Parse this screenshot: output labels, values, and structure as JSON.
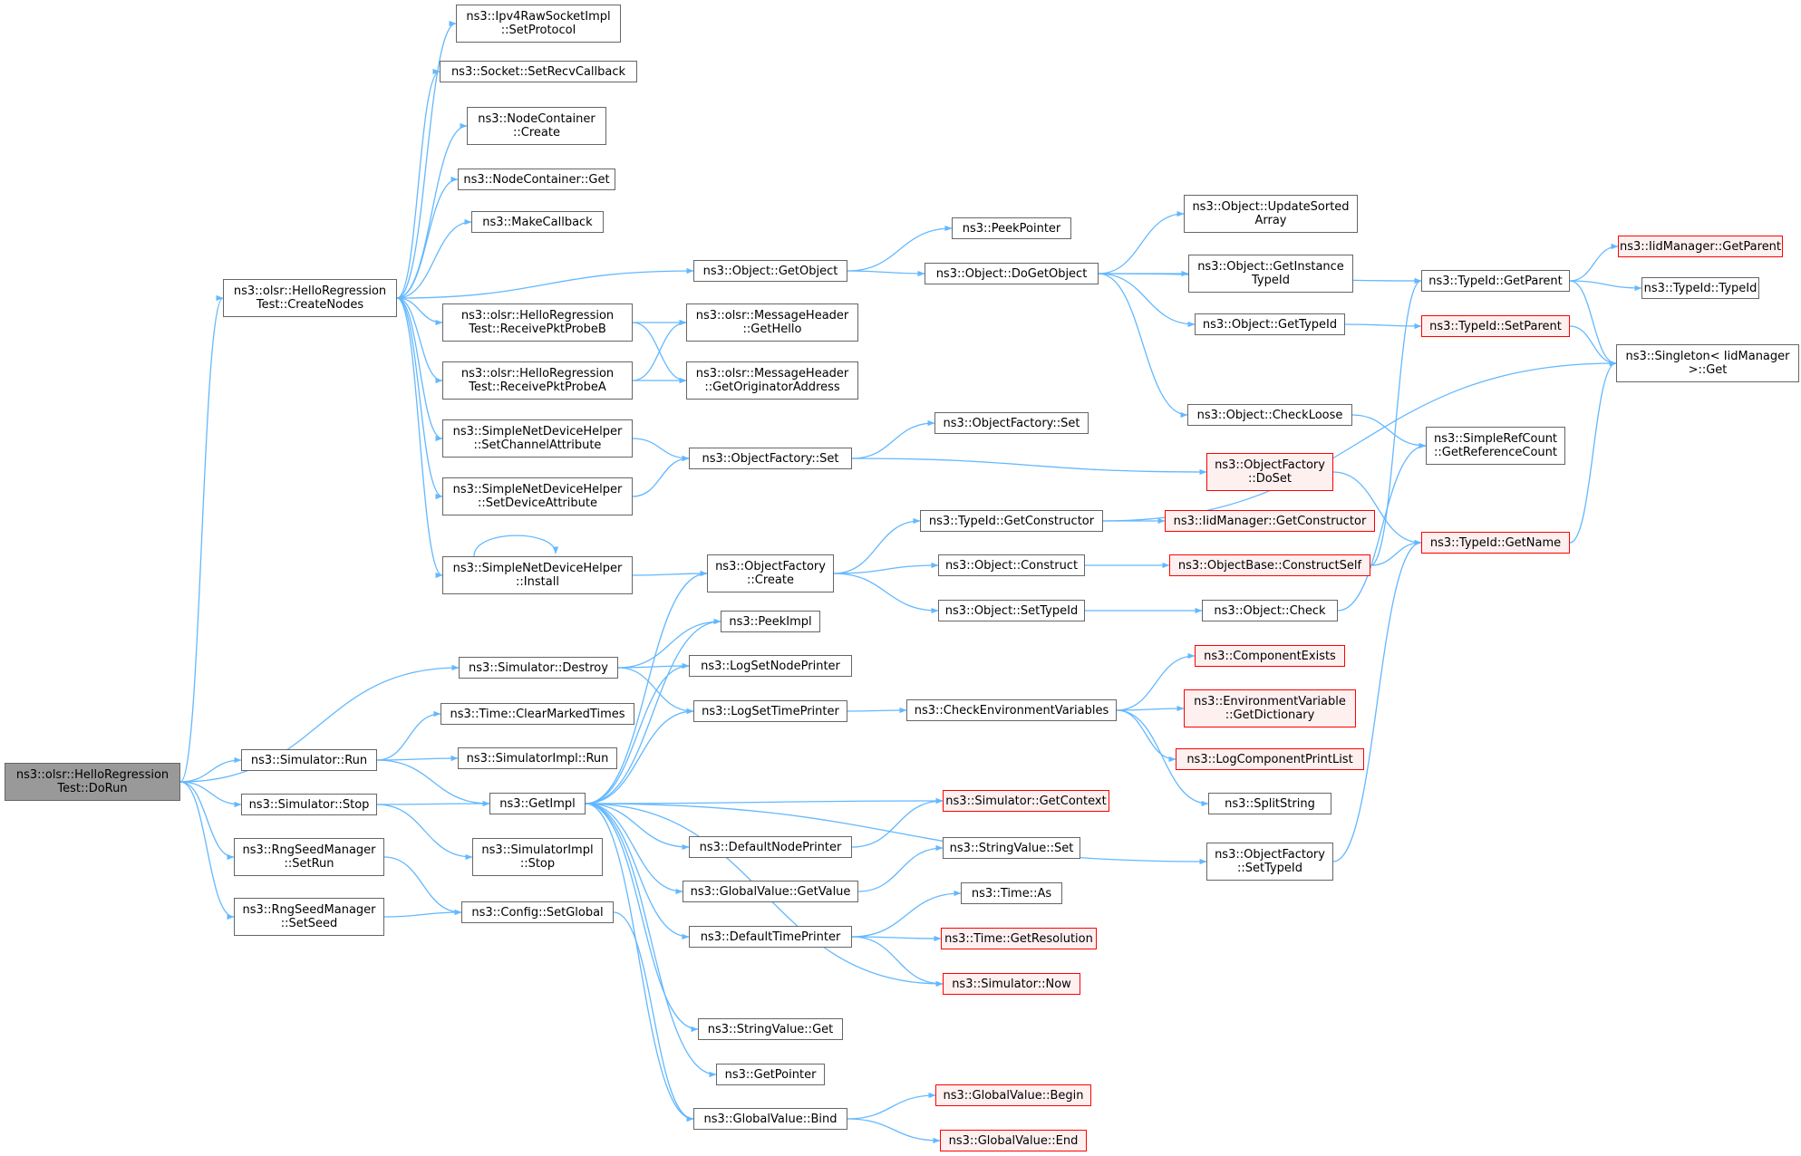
{
  "graph_title": "",
  "nodes": {
    "DoRun": "ns3::olsr::HelloRegression\nTest::DoRun",
    "CreateNodes": "ns3::olsr::HelloRegression\nTest::CreateNodes",
    "SimDestroy": "ns3::Simulator::Destroy",
    "SimRun": "ns3::Simulator::Run",
    "SimStop": "ns3::Simulator::Stop",
    "RngSetRun": "ns3::RngSeedManager\n::SetRun",
    "RngSetSeed": "ns3::RngSeedManager\n::SetSeed",
    "Ipv4SetProtocol": "ns3::Ipv4RawSocketImpl\n::SetProtocol",
    "SetRecvCallback": "ns3::Socket::SetRecvCallback",
    "NCCreate": "ns3::NodeContainer\n::Create",
    "NCGet": "ns3::NodeContainer::Get",
    "MakeCallback": "ns3::MakeCallback",
    "RecvB": "ns3::olsr::HelloRegression\nTest::ReceivePktProbeB",
    "RecvA": "ns3::olsr::HelloRegression\nTest::ReceivePktProbeA",
    "SNDSetChannelAttr": "ns3::SimpleNetDeviceHelper\n::SetChannelAttribute",
    "SNDSetDeviceAttr": "ns3::SimpleNetDeviceHelper\n::SetDeviceAttribute",
    "SNDInstall": "ns3::SimpleNetDeviceHelper\n::Install",
    "ClearMarkedTimes": "ns3::Time::ClearMarkedTimes",
    "SimImplRun": "ns3::SimulatorImpl::Run",
    "GetImpl": "ns3::GetImpl",
    "SimImplStop": "ns3::SimulatorImpl\n::Stop",
    "ConfigSetGlobal": "ns3::Config::SetGlobal",
    "ObjGetObject": "ns3::Object::GetObject",
    "MsgGetHello": "ns3::olsr::MessageHeader\n::GetHello",
    "MsgGetOrig": "ns3::olsr::MessageHeader\n::GetOriginatorAddress",
    "OFSet": "ns3::ObjectFactory::Set",
    "OFCreate": "ns3::ObjectFactory\n::Create",
    "PeekImpl": "ns3::PeekImpl",
    "LogSetNodePrinter": "ns3::LogSetNodePrinter",
    "LogSetTimePrinter": "ns3::LogSetTimePrinter",
    "DefaultNodePrinter": "ns3::DefaultNodePrinter",
    "GVGetValue": "ns3::GlobalValue::GetValue",
    "DefaultTimePrinter": "ns3::DefaultTimePrinter",
    "StringValueGet": "ns3::StringValue::Get",
    "GetPointer": "ns3::GetPointer",
    "GVBind": "ns3::GlobalValue::Bind",
    "PeekPointer": "ns3::PeekPointer",
    "ObjDoGetObject": "ns3::Object::DoGetObject",
    "OFSet2": "ns3::ObjectFactory::Set",
    "TypeIdGetConstructor": "ns3::TypeId::GetConstructor",
    "ObjConstruct": "ns3::Object::Construct",
    "ObjSetTypeId": "ns3::Object::SetTypeId",
    "CheckEnvVars": "ns3::CheckEnvironmentVariables",
    "SimGetContext": "ns3::Simulator::GetContext",
    "StringValueSet": "ns3::StringValue::Set",
    "TimeAs": "ns3::Time::As",
    "TimeGetResolution": "ns3::Time::GetResolution",
    "SimNow": "ns3::Simulator::Now",
    "GVBegin": "ns3::GlobalValue::Begin",
    "GVEnd": "ns3::GlobalValue::End",
    "ObjUpdateSorted": "ns3::Object::UpdateSorted\nArray",
    "ObjGetInstanceTypeId": "ns3::Object::GetInstance\nTypeId",
    "ObjGetTypeId": "ns3::Object::GetTypeId",
    "ObjCheckLoose": "ns3::Object::CheckLoose",
    "OFDoSet": "ns3::ObjectFactory\n::DoSet",
    "IidGetConstructor": "ns3::IidManager::GetConstructor",
    "ObjBaseConstructSelf": "ns3::ObjectBase::ConstructSelf",
    "ObjCheck": "ns3::Object::Check",
    "ComponentExists": "ns3::ComponentExists",
    "EnvVarGetDictionary": "ns3::EnvironmentVariable\n::GetDictionary",
    "LogComponentPrintList": "ns3::LogComponentPrintList",
    "SplitString": "ns3::SplitString",
    "OFSetTypeId": "ns3::ObjectFactory\n::SetTypeId",
    "TypeIdGetParent": "ns3::TypeId::GetParent",
    "TypeIdSetParent": "ns3::TypeId::SetParent",
    "SimpleRefCount": "ns3::SimpleRefCount\n::GetReferenceCount",
    "TypeIdGetName": "ns3::TypeId::GetName",
    "IidGetParent": "ns3::IidManager::GetParent",
    "TypeIdTypeId": "ns3::TypeId::TypeId",
    "SingletonGet": "ns3::Singleton< IidManager\n >::Get"
  },
  "highlighted_nodes": [
    "SimGetContext",
    "TimeGetResolution",
    "SimNow",
    "GVBegin",
    "GVEnd",
    "OFDoSet",
    "IidGetConstructor",
    "ObjBaseConstructSelf",
    "ComponentExists",
    "EnvVarGetDictionary",
    "LogComponentPrintList",
    "TypeIdSetParent",
    "TypeIdGetName",
    "IidGetParent"
  ],
  "root_node": "DoRun",
  "edges": [
    [
      "DoRun",
      "CreateNodes"
    ],
    [
      "DoRun",
      "SimDestroy"
    ],
    [
      "DoRun",
      "SimRun"
    ],
    [
      "DoRun",
      "SimStop"
    ],
    [
      "DoRun",
      "RngSetRun"
    ],
    [
      "DoRun",
      "RngSetSeed"
    ],
    [
      "CreateNodes",
      "Ipv4SetProtocol"
    ],
    [
      "CreateNodes",
      "SetRecvCallback"
    ],
    [
      "CreateNodes",
      "NCCreate"
    ],
    [
      "CreateNodes",
      "NCGet"
    ],
    [
      "CreateNodes",
      "MakeCallback"
    ],
    [
      "CreateNodes",
      "ObjGetObject"
    ],
    [
      "CreateNodes",
      "RecvB"
    ],
    [
      "CreateNodes",
      "RecvA"
    ],
    [
      "CreateNodes",
      "SNDSetChannelAttr"
    ],
    [
      "CreateNodes",
      "SNDSetDeviceAttr"
    ],
    [
      "CreateNodes",
      "SNDInstall"
    ],
    [
      "RecvB",
      "MsgGetHello"
    ],
    [
      "RecvB",
      "MsgGetOrig"
    ],
    [
      "RecvA",
      "MsgGetHello"
    ],
    [
      "RecvA",
      "MsgGetOrig"
    ],
    [
      "SNDSetChannelAttr",
      "OFSet"
    ],
    [
      "SNDSetDeviceAttr",
      "OFSet"
    ],
    [
      "SNDInstall",
      "SNDInstall"
    ],
    [
      "SNDInstall",
      "OFCreate"
    ],
    [
      "SimDestroy",
      "PeekImpl"
    ],
    [
      "SimDestroy",
      "LogSetNodePrinter"
    ],
    [
      "SimDestroy",
      "LogSetTimePrinter"
    ],
    [
      "SimRun",
      "ClearMarkedTimes"
    ],
    [
      "SimRun",
      "SimImplRun"
    ],
    [
      "SimRun",
      "GetImpl"
    ],
    [
      "SimStop",
      "GetImpl"
    ],
    [
      "SimStop",
      "SimImplStop"
    ],
    [
      "RngSetRun",
      "ConfigSetGlobal"
    ],
    [
      "RngSetSeed",
      "ConfigSetGlobal"
    ],
    [
      "ConfigSetGlobal",
      "GVBind"
    ],
    [
      "GetImpl",
      "OFCreate"
    ],
    [
      "GetImpl",
      "PeekImpl"
    ],
    [
      "GetImpl",
      "LogSetNodePrinter"
    ],
    [
      "GetImpl",
      "LogSetTimePrinter"
    ],
    [
      "GetImpl",
      "SimGetContext"
    ],
    [
      "GetImpl",
      "OFSetTypeId"
    ],
    [
      "GetImpl",
      "DefaultNodePrinter"
    ],
    [
      "GetImpl",
      "GVGetValue"
    ],
    [
      "GetImpl",
      "DefaultTimePrinter"
    ],
    [
      "GetImpl",
      "SimNow"
    ],
    [
      "GetImpl",
      "StringValueGet"
    ],
    [
      "GetImpl",
      "GetPointer"
    ],
    [
      "GetImpl",
      "GVBind"
    ],
    [
      "ObjGetObject",
      "PeekPointer"
    ],
    [
      "ObjGetObject",
      "ObjDoGetObject"
    ],
    [
      "OFSet",
      "OFSet2"
    ],
    [
      "OFSet",
      "OFDoSet"
    ],
    [
      "OFCreate",
      "TypeIdGetConstructor"
    ],
    [
      "OFCreate",
      "ObjConstruct"
    ],
    [
      "OFCreate",
      "ObjSetTypeId"
    ],
    [
      "LogSetTimePrinter",
      "CheckEnvVars"
    ],
    [
      "DefaultNodePrinter",
      "SimGetContext"
    ],
    [
      "GVGetValue",
      "StringValueSet"
    ],
    [
      "DefaultTimePrinter",
      "TimeAs"
    ],
    [
      "DefaultTimePrinter",
      "TimeGetResolution"
    ],
    [
      "DefaultTimePrinter",
      "SimNow"
    ],
    [
      "GVBind",
      "GVBegin"
    ],
    [
      "GVBind",
      "GVEnd"
    ],
    [
      "ObjDoGetObject",
      "TypeIdGetParent"
    ],
    [
      "ObjDoGetObject",
      "ObjUpdateSorted"
    ],
    [
      "ObjDoGetObject",
      "ObjGetInstanceTypeId"
    ],
    [
      "ObjDoGetObject",
      "ObjGetTypeId"
    ],
    [
      "ObjDoGetObject",
      "ObjCheckLoose"
    ],
    [
      "TypeIdGetConstructor",
      "SingletonGet"
    ],
    [
      "TypeIdGetConstructor",
      "IidGetConstructor"
    ],
    [
      "ObjConstruct",
      "ObjBaseConstructSelf"
    ],
    [
      "ObjSetTypeId",
      "ObjCheck"
    ],
    [
      "CheckEnvVars",
      "ComponentExists"
    ],
    [
      "CheckEnvVars",
      "EnvVarGetDictionary"
    ],
    [
      "CheckEnvVars",
      "LogComponentPrintList"
    ],
    [
      "CheckEnvVars",
      "SplitString"
    ],
    [
      "ObjGetTypeId",
      "TypeIdSetParent"
    ],
    [
      "ObjCheckLoose",
      "SimpleRefCount"
    ],
    [
      "OFDoSet",
      "TypeIdGetName"
    ],
    [
      "ObjBaseConstructSelf",
      "TypeIdGetParent"
    ],
    [
      "ObjBaseConstructSelf",
      "TypeIdGetName"
    ],
    [
      "ObjCheck",
      "SimpleRefCount"
    ],
    [
      "OFSetTypeId",
      "TypeIdGetName"
    ],
    [
      "TypeIdGetParent",
      "IidGetParent"
    ],
    [
      "TypeIdGetParent",
      "TypeIdTypeId"
    ],
    [
      "TypeIdGetParent",
      "SingletonGet"
    ],
    [
      "TypeIdSetParent",
      "SingletonGet"
    ],
    [
      "TypeIdGetName",
      "SingletonGet"
    ]
  ]
}
